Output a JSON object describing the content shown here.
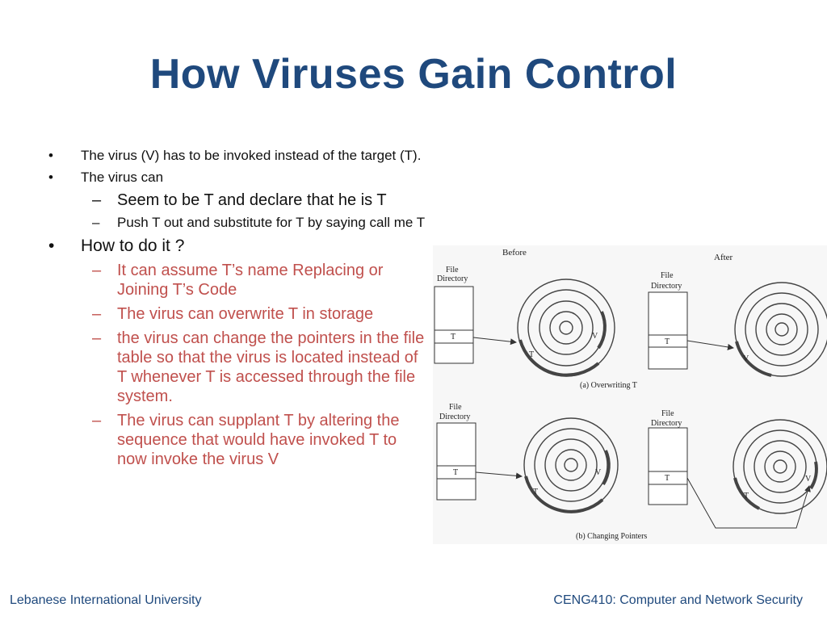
{
  "slide": {
    "title": "How Viruses Gain Control",
    "bullets": [
      {
        "text": "The virus (V) has to be invoked instead of the target (T)."
      },
      {
        "text": "The virus can"
      },
      {
        "text": "Seem to be T and declare that he is T"
      },
      {
        "text": "Push T out and substitute for T by saying call me T"
      },
      {
        "text": "How to do it ?"
      },
      {
        "text": "It can assume T’s name Replacing or Joining T’s Code"
      },
      {
        "text": "The virus can overwrite T in storage"
      },
      {
        "text": "the virus can change the pointers in the file table so that the virus is located instead of T whenever T is accessed through the file system."
      },
      {
        "text": "The virus can supplant T by altering the sequence that would have invoked T to now invoke the virus V"
      }
    ]
  },
  "figure": {
    "before_label": "Before",
    "after_label": "After",
    "file_directory_label": "File Directory",
    "file_word": "File",
    "directory_word": "Directory",
    "target_label": "T",
    "virus_label": "V",
    "caption_a": "(a) Overwriting T",
    "caption_b": "(b) Changing Pointers"
  },
  "footer": {
    "left": "Lebanese International University",
    "right": "CENG410: Computer and Network Security"
  },
  "colors": {
    "title": "#1F497D",
    "highlight": "#C0504D",
    "footer": "#1F497D"
  }
}
